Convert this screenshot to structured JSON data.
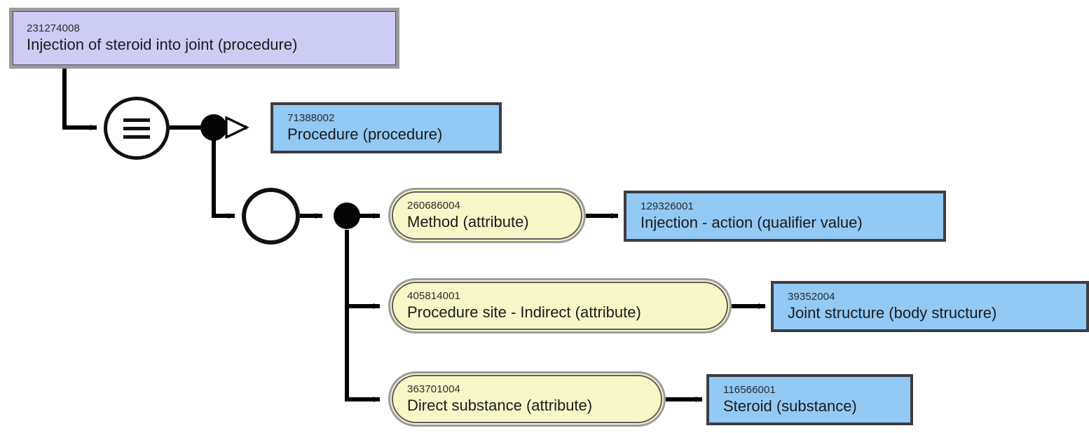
{
  "diagram": {
    "title": "Injection of steroid into joint (procedure)",
    "notation": "SNOMED CT concept diagram",
    "colors": {
      "focus_concept_fill": "#ccccf5",
      "focus_concept_border": "#9a9a9a",
      "concept_fill": "#92c9f5",
      "concept_border": "#3d3d42",
      "attribute_fill": "#f7f7c8",
      "attribute_border": "#9c9c9c",
      "edge": "#000000",
      "canvas": "#ffffff"
    }
  },
  "nodes": {
    "focus_concept": {
      "sctid": "231274008",
      "term": "Injection of steroid into joint (procedure)",
      "kind": "focus-concept"
    },
    "parent_concept": {
      "sctid": "71388002",
      "term": "Procedure (procedure)",
      "kind": "concept"
    },
    "attribute_method": {
      "sctid": "260686004",
      "term": "Method (attribute)",
      "kind": "attribute"
    },
    "value_method": {
      "sctid": "129326001",
      "term": "Injection - action (qualifier value)",
      "kind": "concept"
    },
    "attribute_procedure_site": {
      "sctid": "405814001",
      "term": "Procedure site - Indirect (attribute)",
      "kind": "attribute"
    },
    "value_procedure_site": {
      "sctid": "39352004",
      "term": "Joint structure (body structure)",
      "kind": "concept"
    },
    "attribute_direct_substance": {
      "sctid": "363701004",
      "term": "Direct substance (attribute)",
      "kind": "attribute"
    },
    "value_direct_substance": {
      "sctid": "116566001",
      "term": "Steroid (substance)",
      "kind": "concept"
    }
  },
  "glyphs": {
    "equivalence": {
      "name": "equivalent-to-circle",
      "symbol": "three-horizontal-bars-in-circle",
      "meaning": "Is equivalent to (sufficiently defined)"
    },
    "role_group": {
      "name": "role-group-circle",
      "symbol": "empty-circle",
      "meaning": "Role group"
    },
    "conjunction_top": {
      "name": "conjunction-dot",
      "symbol": "filled-circle",
      "meaning": "And (conjunction)"
    },
    "conjunction_group": {
      "name": "conjunction-dot",
      "symbol": "filled-circle",
      "meaning": "And (conjunction)"
    }
  },
  "edges": {
    "is_a": {
      "arrow": "hollow-triangle",
      "meaning": "Is a (subtype of)"
    },
    "attribute_link": {
      "arrow": "solid-triangle",
      "meaning": "Attribute relationship"
    }
  }
}
